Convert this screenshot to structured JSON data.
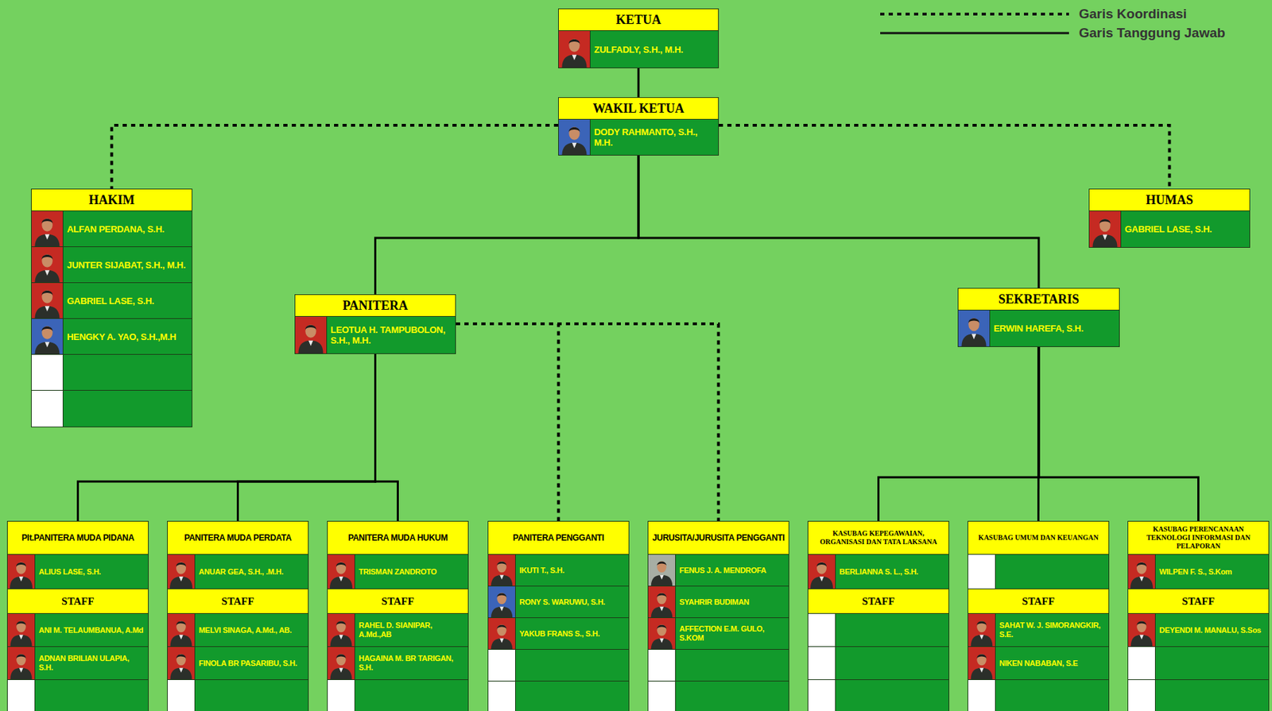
{
  "diagram": {
    "nodes": [
      {
        "text": [
          "KETUA",
          "ZULFADLY, S.H., M.H."
        ]
      },
      {
        "text": [
          "WAKIL KETUA",
          "DODY RAHMANTO, S.H., M.H."
        ]
      },
      {
        "text": [
          "HAKIM",
          "ALFAN PERDANA, S.H.",
          "JUNTER SIJABAT, S.H., M.H.",
          "GABRIEL LASE, S.H.",
          "HENGKY A. YAO, S.H.,M.H"
        ]
      },
      {
        "text": [
          "HUMAS",
          "GABRIEL LASE, S.H."
        ]
      },
      {
        "text": [
          "PANITERA",
          "LEOTUA H. TAMPUBOLON, S.H., M.H."
        ]
      },
      {
        "text": [
          "SEKRETARIS",
          "ERWIN HAREFA, S.H."
        ]
      },
      {
        "text": [
          "Plt.PANITERA MUDA PIDANA",
          "ALIUS LASE, S.H.",
          "STAFF",
          "ANI M. TELAUMBANUA, A.Md",
          "ADNAN BRILIAN ULAPIA, S.H."
        ]
      },
      {
        "text": [
          "PANITERA MUDA PERDATA",
          "ANUAR GEA, S.H., .M.H.",
          "STAFF",
          "MELVI SINAGA, A.Md., AB.",
          "FINOLA BR PASARIBU, S.H."
        ]
      },
      {
        "text": [
          "PANITERA MUDA HUKUM",
          "TRISMAN ZANDROTO",
          "STAFF",
          "RAHEL D. SIANIPAR, A.Md.,AB",
          "HAGAINA M. BR TARIGAN, S.H."
        ]
      },
      {
        "text": [
          "PANITERA PENGGANTI",
          "IKUTI T., S.H.",
          "RONY S. WARUWU, S.H.",
          "YAKUB FRANS S., S.H."
        ]
      },
      {
        "text": [
          "JURUSITA/JURUSITA PENGGANTI",
          "FENUS J. A. MENDROFA",
          "SYAHRIR BUDIMAN",
          "AFFECTION E.M. GULO, S.KOM"
        ]
      },
      {
        "text": [
          "KASUBAG KEPEGAWAIAN, ORGANISASI DAN TATA LAKSANA",
          "BERLIANNA S. L., S.H.",
          "STAFF"
        ]
      },
      {
        "text": [
          "KASUBAG UMUM DAN KEUANGAN",
          "STAFF",
          "SAHAT W. J. SIMORANGKIR, S.E.",
          "NIKEN NABABAN, S.E"
        ]
      },
      {
        "text": [
          "KASUBAG PERENCANAAN TEKNOLOGI INFORMASI DAN PELAPORAN",
          "WILPEN F. S., S.Kom",
          "STAFF",
          "DEYENDI M. MANALU, S.Sos"
        ]
      }
    ],
    "edges": [
      {
        "from": 0,
        "to": 1,
        "arrow": "none"
      },
      {
        "from": 1,
        "to": 2,
        "arrow": "none"
      },
      {
        "from": 1,
        "to": 3,
        "arrow": "none"
      },
      {
        "from": 1,
        "to": 4,
        "arrow": "none"
      },
      {
        "from": 1,
        "to": 5,
        "arrow": "none"
      },
      {
        "from": 4,
        "to": 6,
        "arrow": "none"
      },
      {
        "from": 4,
        "to": 7,
        "arrow": "none"
      },
      {
        "from": 4,
        "to": 8,
        "arrow": "none"
      },
      {
        "from": 4,
        "to": 9,
        "arrow": "none"
      },
      {
        "from": 4,
        "to": 10,
        "arrow": "none"
      },
      {
        "from": 5,
        "to": 11,
        "arrow": "none"
      },
      {
        "from": 5,
        "to": 12,
        "arrow": "none"
      },
      {
        "from": 5,
        "to": 13,
        "arrow": "none"
      }
    ],
    "legend": [
      {
        "text": "Garis Koordinasi"
      },
      {
        "text": "Garis Tanggung Jawab"
      }
    ]
  }
}
